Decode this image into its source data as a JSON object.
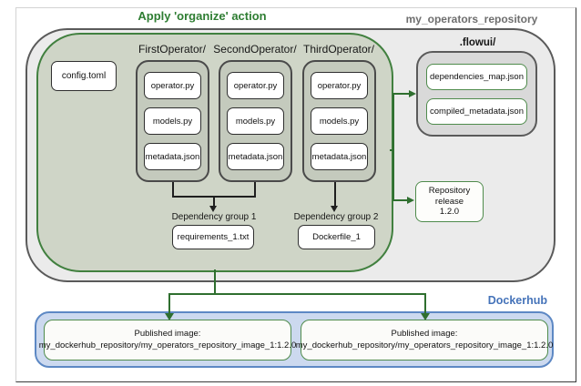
{
  "page": {
    "action_title": "Apply 'organize' action",
    "repo_title": "my_operators_repository"
  },
  "repository": {
    "config_file": "config.toml",
    "operators": [
      {
        "label": "FirstOperator/",
        "files": [
          "operator.py",
          "models.py",
          "metadata.json"
        ]
      },
      {
        "label": "SecondOperator/",
        "files": [
          "operator.py",
          "models.py",
          "metadata.json"
        ]
      },
      {
        "label": "ThirdOperator/",
        "files": [
          "operator.py",
          "models.py",
          "metadata.json"
        ]
      }
    ],
    "dependency_groups": [
      {
        "label": "Dependency group 1",
        "file": "requirements_1.txt"
      },
      {
        "label": "Dependency group 2",
        "file": "Dockerfile_1"
      }
    ]
  },
  "flowui": {
    "label": ".flowui/",
    "files": [
      "dependencies_map.json",
      "compiled_metadata.json"
    ]
  },
  "release": {
    "line1": "Repository",
    "line2": "release",
    "line3": "1.2.0"
  },
  "dockerhub": {
    "label": "Dockerhub",
    "images": [
      {
        "title": "Published image:",
        "name": "my_dockerhub_repository/my_operators_repository_image_1:1.2.0"
      },
      {
        "title": "Published image:",
        "name": "my_dockerhub_repository/my_operators_repository_image_1:1.2.0"
      }
    ]
  },
  "colors": {
    "accent_green": "#2e7d32",
    "accent_blue": "#4573b9",
    "repository_fill": "#ebebeb",
    "organize_scope_fill": "#cfd5c7",
    "dockerhub_fill": "#ccd9ef"
  }
}
